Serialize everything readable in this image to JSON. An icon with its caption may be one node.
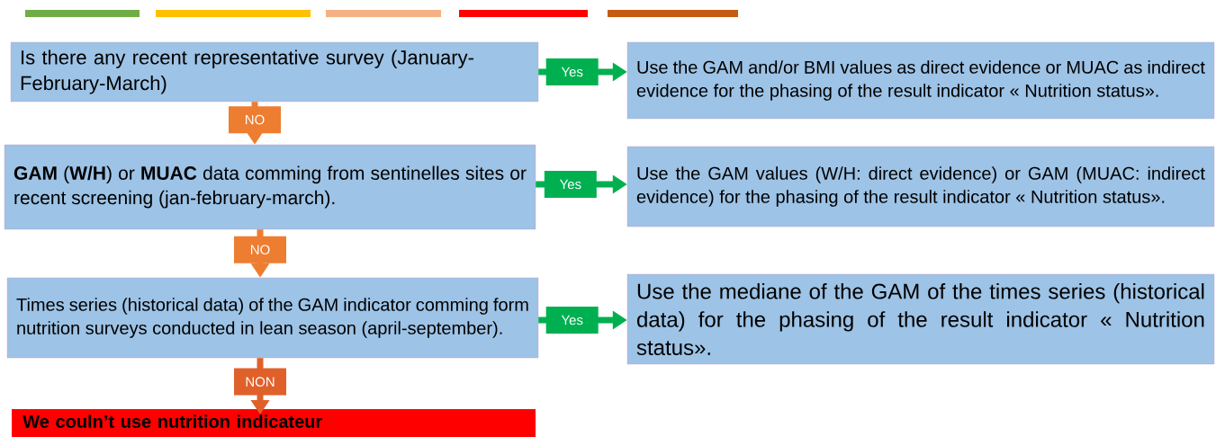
{
  "diagram": {
    "nodes": [
      {
        "text": [
          "Is there any recent representative survey (January-February-March)"
        ]
      },
      {
        "text": [
          "Use the GAM and/or BMI values as direct evidence or MUAC as indirect evidence  for the phasing of the result indicator « Nutrition status»."
        ]
      },
      {
        "text": [
          "**GAM** (**W/H**) or **MUAC** data comming from sentinelles sites or  recent screening (jan-february-march)."
        ]
      },
      {
        "text": [
          "Use the GAM values (W/H: direct evidence) or GAM (MUAC: indirect evidence) for the phasing of the result indicator « Nutrition status»."
        ]
      },
      {
        "text": [
          "Times series (historical data) of the GAM indicator comming form nutrition surveys conducted in lean season (april-september)."
        ]
      },
      {
        "text": [
          "Use the mediane of the GAM of the times series (historical data) for the phasing of the result indicator « Nutrition status»."
        ]
      },
      {
        "text": [
          "We couln’t use nutrition indicateur"
        ]
      }
    ],
    "edges": [
      {
        "from": 0,
        "to": 1,
        "arrow": "to",
        "label": "Yes",
        "color": "#00b050"
      },
      {
        "from": 0,
        "to": 2,
        "arrow": "to",
        "label": "NO",
        "color": "#ed7d31"
      },
      {
        "from": 2,
        "to": 3,
        "arrow": "to",
        "label": "Yes",
        "color": "#00b050"
      },
      {
        "from": 2,
        "to": 4,
        "arrow": "to",
        "label": "NO",
        "color": "#ed7d31"
      },
      {
        "from": 4,
        "to": 5,
        "arrow": "to",
        "label": "Yes",
        "color": "#00b050"
      },
      {
        "from": 4,
        "to": 6,
        "arrow": "to",
        "label": "NON",
        "color": "#e0602a"
      }
    ]
  }
}
